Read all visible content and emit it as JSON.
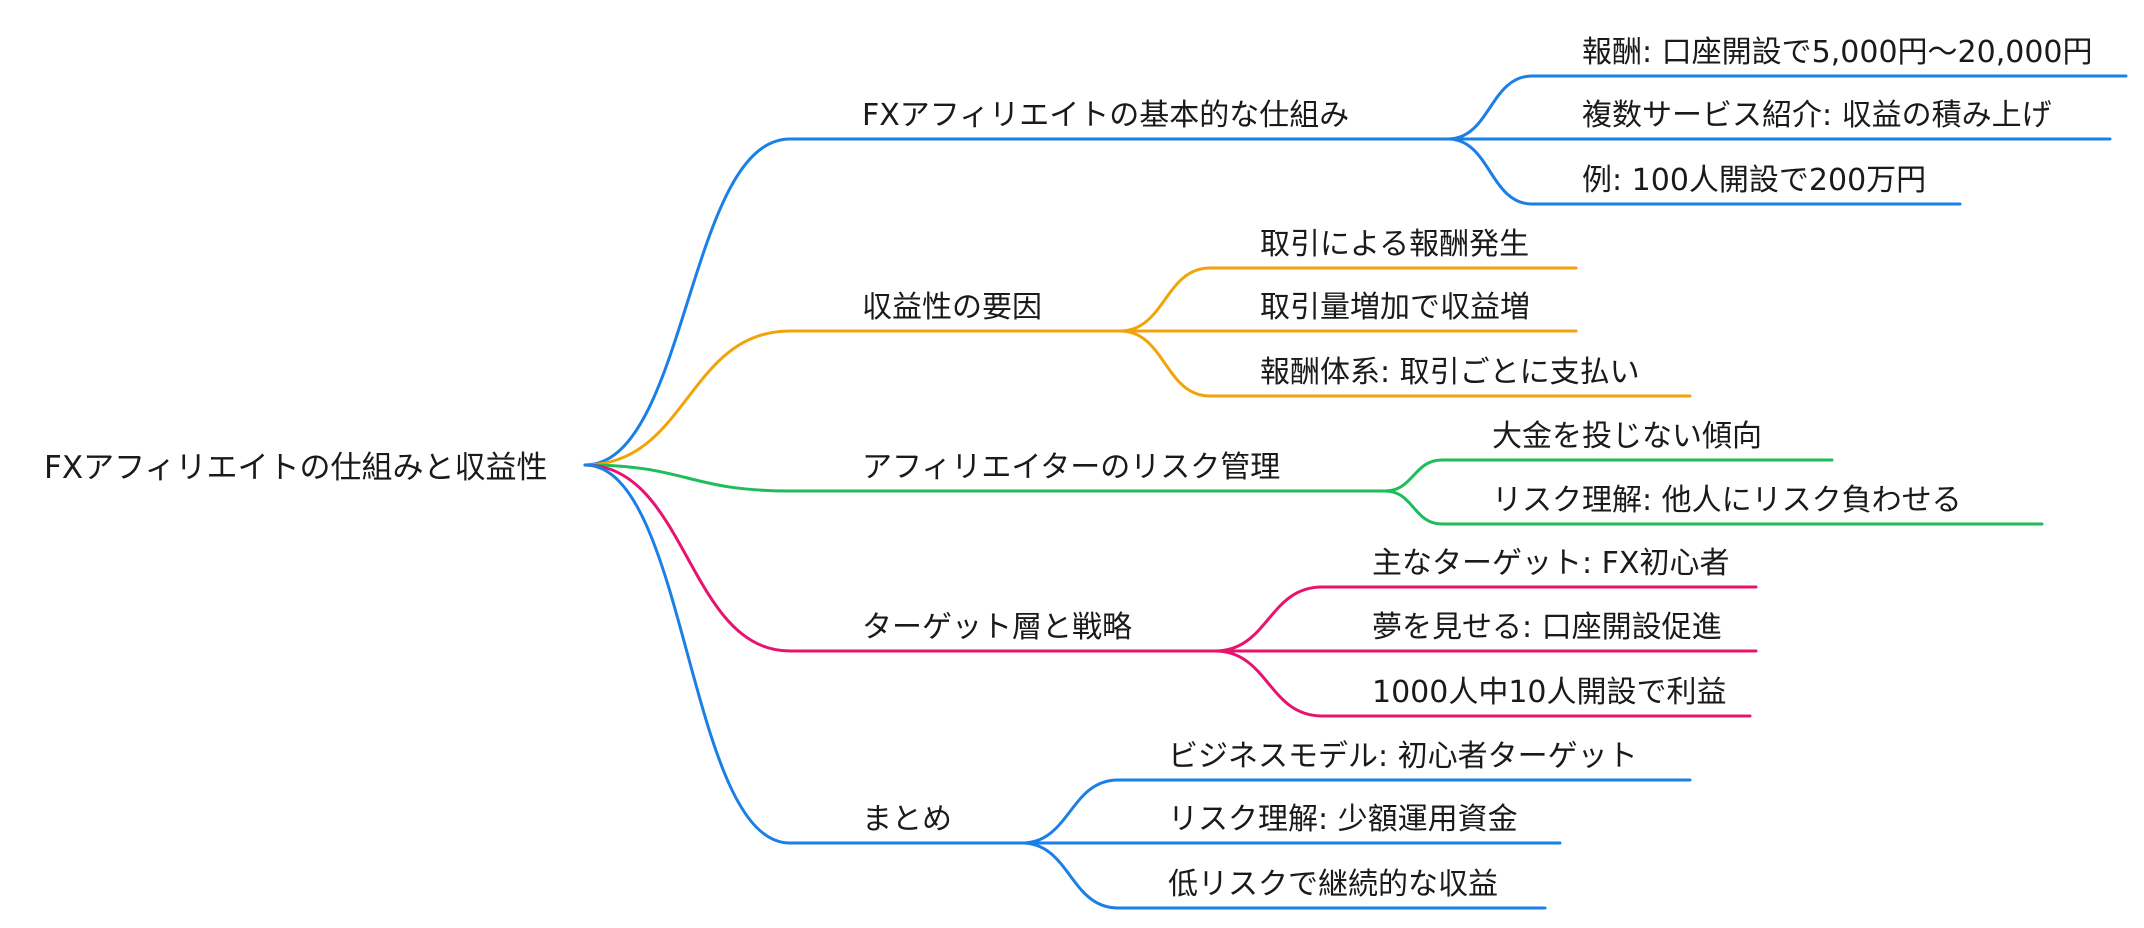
{
  "root": {
    "label": "FXアフィリエイトの仕組みと収益性"
  },
  "branches": [
    {
      "label": "FXアフィリエイトの基本的な仕組み",
      "color": "#1a7fe6",
      "leaves": [
        "報酬: 口座開設で5,000円〜20,000円",
        "複数サービス紹介: 収益の積み上げ",
        "例: 100人開設で200万円"
      ]
    },
    {
      "label": "収益性の要因",
      "color": "#f0a30a",
      "leaves": [
        "取引による報酬発生",
        "取引量増加で収益増",
        "報酬体系: 取引ごとに支払い"
      ]
    },
    {
      "label": "アフィリエイターのリスク管理",
      "color": "#1ebd5a",
      "leaves": [
        "大金を投じない傾向",
        "リスク理解: 他人にリスク負わせる"
      ]
    },
    {
      "label": "ターゲット層と戦略",
      "color": "#e8136f",
      "leaves": [
        "主なターゲット: FX初心者",
        "夢を見せる: 口座開設促進",
        "1000人中10人開設で利益"
      ]
    },
    {
      "label": "まとめ",
      "color": "#1a7fe6",
      "leaves": [
        "ビジネスモデル: 初心者ターゲット",
        "リスク理解: 少額運用資金",
        "低リスクで継続的な収益"
      ]
    }
  ]
}
